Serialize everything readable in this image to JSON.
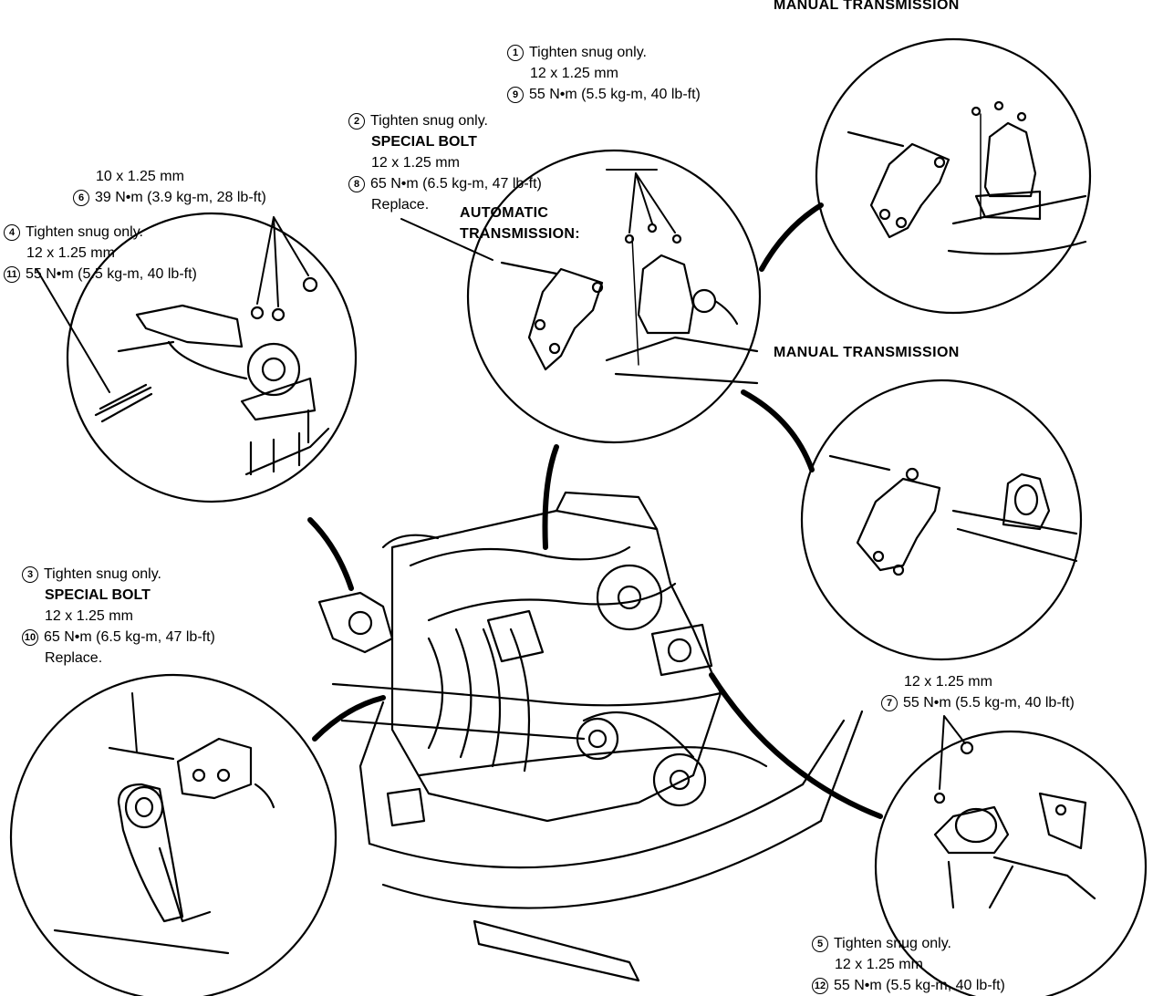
{
  "titles": {
    "manual_top": "MANUAL TRANSMISSION",
    "manual_mid": "MANUAL TRANSMISSION",
    "automatic": [
      "AUTOMATIC",
      "TRANSMISSION:"
    ]
  },
  "callouts": {
    "c1": {
      "lines": [
        {
          "num": "1",
          "text": "Tighten snug only."
        },
        {
          "num": "",
          "text": "12 x 1.25 mm"
        },
        {
          "num": "9",
          "text": "55 N•m (5.5 kg-m, 40 lb-ft)"
        }
      ]
    },
    "c2": {
      "lines": [
        {
          "num": "2",
          "text": "Tighten snug only."
        },
        {
          "num": "",
          "text": "SPECIAL BOLT"
        },
        {
          "num": "",
          "text": "12 x 1.25 mm"
        },
        {
          "num": "8",
          "text": "65 N•m (6.5 kg-m, 47 lb-ft)"
        },
        {
          "num": "",
          "text": "Replace."
        }
      ]
    },
    "c6": {
      "lines": [
        {
          "num": "",
          "text": "10 x 1.25 mm"
        },
        {
          "num": "6",
          "text": "39 N•m (3.9 kg-m, 28 lb-ft)"
        }
      ]
    },
    "c4": {
      "lines": [
        {
          "num": "4",
          "text": "Tighten snug only."
        },
        {
          "num": "",
          "text": "12 x 1.25 mm"
        },
        {
          "num": "11",
          "text": "55 N•m (5.5 kg-m, 40 lb-ft)"
        }
      ]
    },
    "c3": {
      "lines": [
        {
          "num": "3",
          "text": "Tighten snug only."
        },
        {
          "num": "",
          "text": "SPECIAL BOLT"
        },
        {
          "num": "",
          "text": "12 x 1.25 mm"
        },
        {
          "num": "10",
          "text": "65 N•m (6.5 kg-m, 47 lb-ft)"
        },
        {
          "num": "",
          "text": "Replace."
        }
      ]
    },
    "c7": {
      "lines": [
        {
          "num": "",
          "text": "12 x 1.25 mm"
        },
        {
          "num": "7",
          "text": "55 N•m (5.5 kg-m, 40 lb-ft)"
        }
      ]
    },
    "c5": {
      "lines": [
        {
          "num": "5",
          "text": "Tighten snug only."
        },
        {
          "num": "",
          "text": "12 x 1.25 mm"
        },
        {
          "num": "12",
          "text": "55 N•m (5.5 kg-m, 40 lb-ft)"
        }
      ]
    }
  }
}
